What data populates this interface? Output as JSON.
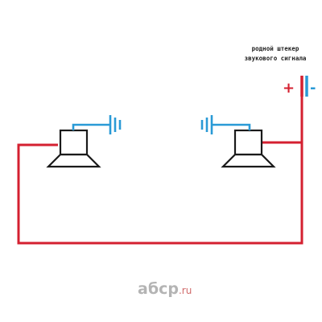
{
  "colors": {
    "positive_wire": "#d42030",
    "ground_wire": "#2a9ad6",
    "speaker_outline": "#1a1a1a",
    "caption_text": "#222222",
    "logo_text": "#b4b4b4",
    "logo_domain": "#d06a6a"
  },
  "connector": {
    "caption_line_1": "родной штекер",
    "caption_line_2": "звукового сигнала",
    "plus_label": "+",
    "minus_label": "-"
  },
  "components": {
    "left_horn": "speaker-icon",
    "right_horn": "speaker-icon",
    "left_ground": "ground-symbol-icon",
    "right_ground": "ground-symbol-icon",
    "battery": "battery-terminal-icon"
  },
  "logo": {
    "main": "aбcp",
    "domain": ".ru"
  }
}
